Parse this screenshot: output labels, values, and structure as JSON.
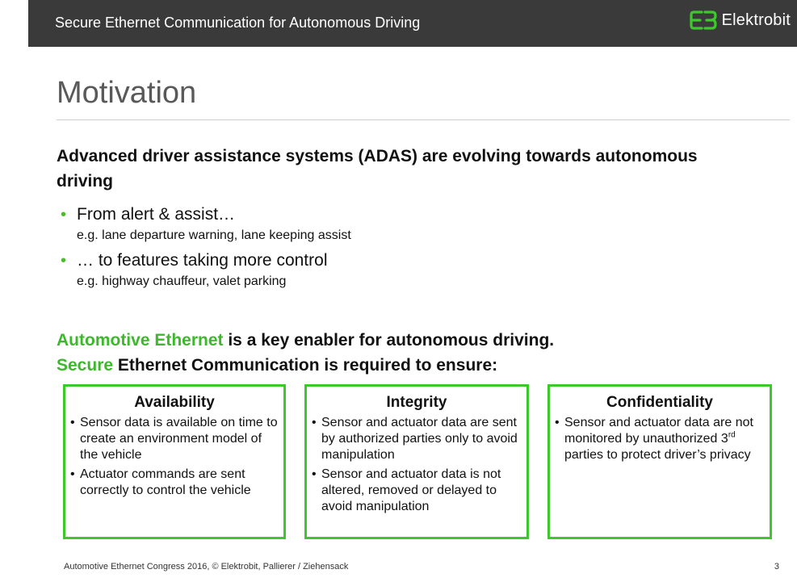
{
  "header": {
    "title": "Secure Ethernet Communication for Autonomous Driving",
    "brand": "Elektrobit"
  },
  "slide": {
    "title": "Motivation",
    "heading": "Advanced driver assistance systems (ADAS) are evolving towards autonomous driving",
    "bullets": [
      {
        "main": "From alert & assist…",
        "sub": "e.g. lane departure warning, lane keeping assist"
      },
      {
        "main": "… to features taking more control",
        "sub": "e.g. highway chauffeur, valet parking"
      }
    ],
    "enabler": {
      "line1_green": "Automotive Ethernet",
      "line1_rest": " is a key enabler for autonomous driving.",
      "line2_green": "Secure",
      "line2_rest": " Ethernet Communication is required to ensure:"
    },
    "boxes": [
      {
        "title": "Availability",
        "items": [
          "Sensor data is available on time to create an environment model of the vehicle",
          "Actuator commands are sent correctly  to control the vehicle"
        ]
      },
      {
        "title": "Integrity",
        "items": [
          "Sensor and actuator data are sent by authorized parties only to avoid manipulation",
          "Sensor and actuator data is not altered, removed or delayed to avoid manipulation"
        ]
      },
      {
        "title": "Confidentiality",
        "items": [
          "Sensor and actuator data are not monitored by unauthorized ",
          " parties to protect driver’s privacy"
        ],
        "ordinal_num": "3",
        "ordinal_sup": "rd"
      }
    ]
  },
  "footer": {
    "text": "Automotive Ethernet Congress 2016, © Elektrobit, Pallierer / Ziehensack",
    "page_number": "3"
  },
  "colors": {
    "accent_green": "#3db82c",
    "header_bg": "#3a3a3a"
  }
}
